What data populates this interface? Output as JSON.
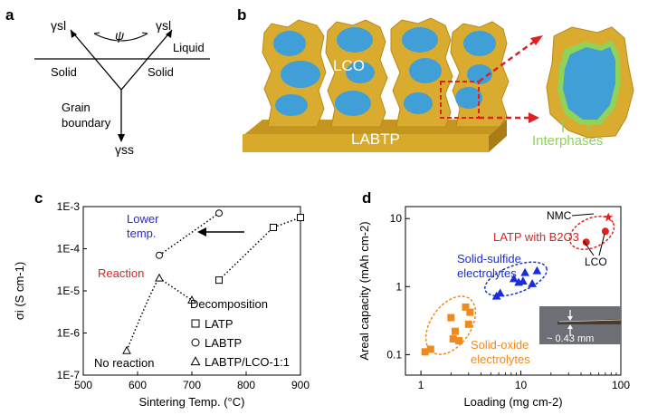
{
  "panels": {
    "a": {
      "letter": "a",
      "gamma_sl_left": "γsl",
      "gamma_sl_right": "γsl",
      "psi": "ψ",
      "liquid": "Liquid",
      "solid_left": "Solid",
      "solid_right": "Solid",
      "grain_boundary_1": "Grain",
      "grain_boundary_2": "boundary",
      "gamma_ss": "γss"
    },
    "b": {
      "letter": "b",
      "lco": "LCO",
      "labtp": "LABTP",
      "interphases": "Interphases",
      "colors": {
        "matrix": "#d8a92a",
        "particle": "#3f9fd6",
        "interphase": "#8fd35a",
        "arrow": "#e02020"
      }
    },
    "c": {
      "letter": "c",
      "lower_temp_1": "Lower",
      "lower_temp_2": "temp.",
      "reaction": "Reaction",
      "decomposition": "Decomposition",
      "no_reaction": "No reaction",
      "colors": {
        "lower_temp": "#2a2ad0",
        "reaction": "#e02020"
      }
    },
    "d": {
      "letter": "d",
      "nmc": "NMC",
      "latp_b2o3": "LATP with B2O3",
      "lco": "LCO",
      "sulfide_1": "Solid-sulfide",
      "sulfide_2": "electrolytes",
      "oxide_1": "Solid-oxide",
      "oxide_2": "electrolytes",
      "inset_label": "~ 0.43 mm",
      "colors": {
        "red": "#e02020",
        "blue": "#1a2ed8",
        "orange": "#f08a1c"
      }
    }
  },
  "chart_data": [
    {
      "type": "scatter",
      "panel": "c",
      "xlabel": "Sintering Temp. (°C)",
      "ylabel": "σi (S cm-1)",
      "xlim": [
        500,
        900
      ],
      "ylim": [
        1e-07,
        0.001
      ],
      "yscale": "log",
      "xticks": [
        "500",
        "600",
        "700",
        "800",
        "900"
      ],
      "yticks": [
        "1E-7",
        "1E-6",
        "1E-5",
        "1E-4",
        "1E-3"
      ],
      "legend_position": "bottom-right",
      "series": [
        {
          "name": "LATP",
          "marker": "square",
          "x": [
            750,
            850,
            900
          ],
          "y": [
            1.8e-05,
            0.00032,
            0.00055
          ]
        },
        {
          "name": "LABTP",
          "marker": "circle",
          "x": [
            640,
            750
          ],
          "y": [
            7e-05,
            0.0007
          ]
        },
        {
          "name": "LABTP/LCO-1:1",
          "marker": "triangle",
          "x": [
            580,
            640,
            700
          ],
          "y": [
            3.8e-07,
            2e-05,
            6e-06
          ]
        }
      ]
    },
    {
      "type": "scatter",
      "panel": "d",
      "xlabel": "Loading (mg cm-2)",
      "ylabel": "Areal capacity (mAh cm-2)",
      "xlim": [
        0.7,
        100
      ],
      "ylim": [
        0.05,
        15
      ],
      "xscale": "log",
      "yscale": "log",
      "xticks": [
        "1",
        "10",
        "100"
      ],
      "yticks": [
        "0.1",
        "1",
        "10"
      ],
      "series": [
        {
          "name": "LATP with B2O3",
          "marker": "circle",
          "x": [
            45,
            70,
            75
          ],
          "y": [
            4.5,
            6.5,
            10.5
          ]
        },
        {
          "name": "Solid-sulfide electrolytes",
          "marker": "triangle",
          "x": [
            5.7,
            6.2,
            8.5,
            9.5,
            10.5,
            11,
            13,
            14.5
          ],
          "y": [
            0.72,
            0.8,
            1.3,
            1.15,
            1.2,
            1.6,
            1.1,
            1.7
          ]
        },
        {
          "name": "Solid-oxide electrolytes",
          "marker": "square",
          "x": [
            1.1,
            1.25,
            2.0,
            2.1,
            2.2,
            2.4,
            2.8,
            3.0,
            3.1
          ],
          "y": [
            0.11,
            0.12,
            0.35,
            0.17,
            0.22,
            0.16,
            0.5,
            0.28,
            0.42
          ]
        }
      ]
    }
  ]
}
